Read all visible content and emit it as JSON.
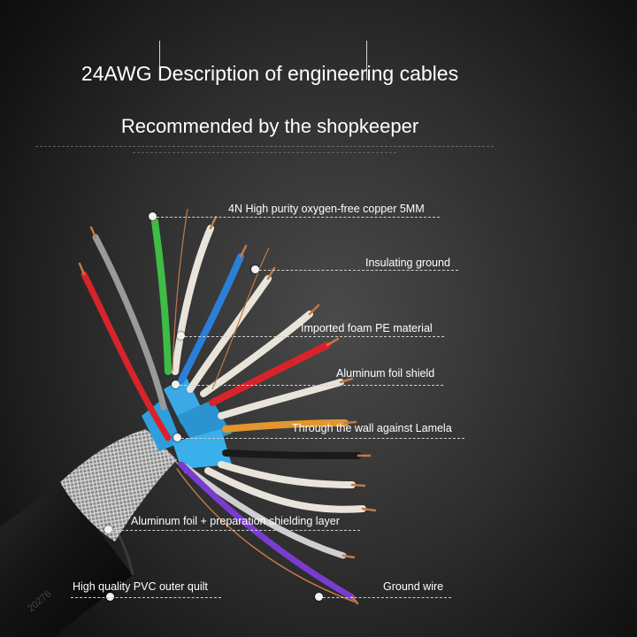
{
  "header": {
    "title": "24AWG Description of engineering cables",
    "subtitle": "Recommended by the shopkeeper"
  },
  "labels": [
    {
      "id": "copper",
      "text": "4N High purity oxygen-free copper 5MM"
    },
    {
      "id": "insulating",
      "text": "Insulating ground"
    },
    {
      "id": "foam",
      "text": "Imported foam PE material"
    },
    {
      "id": "foil",
      "text": "Aluminum foil shield"
    },
    {
      "id": "wall",
      "text": "Through the wall against Lamela"
    },
    {
      "id": "prep",
      "text": "Aluminum foil + preparation shielding layer"
    },
    {
      "id": "pvc",
      "text": "High quality PVC outer quilt"
    },
    {
      "id": "ground",
      "text": "Ground wire"
    }
  ],
  "wire_colors": {
    "red": "#d8232a",
    "green": "#3dbd45",
    "blue": "#2a7fd8",
    "white": "#e8e4da",
    "grey": "#9a9a9a",
    "orange": "#e1962e",
    "black": "#1a1a1a",
    "purple": "#7a3bd0",
    "copper": "#c07a48",
    "shield": "#2e9fdc"
  },
  "cable_print": "20276"
}
